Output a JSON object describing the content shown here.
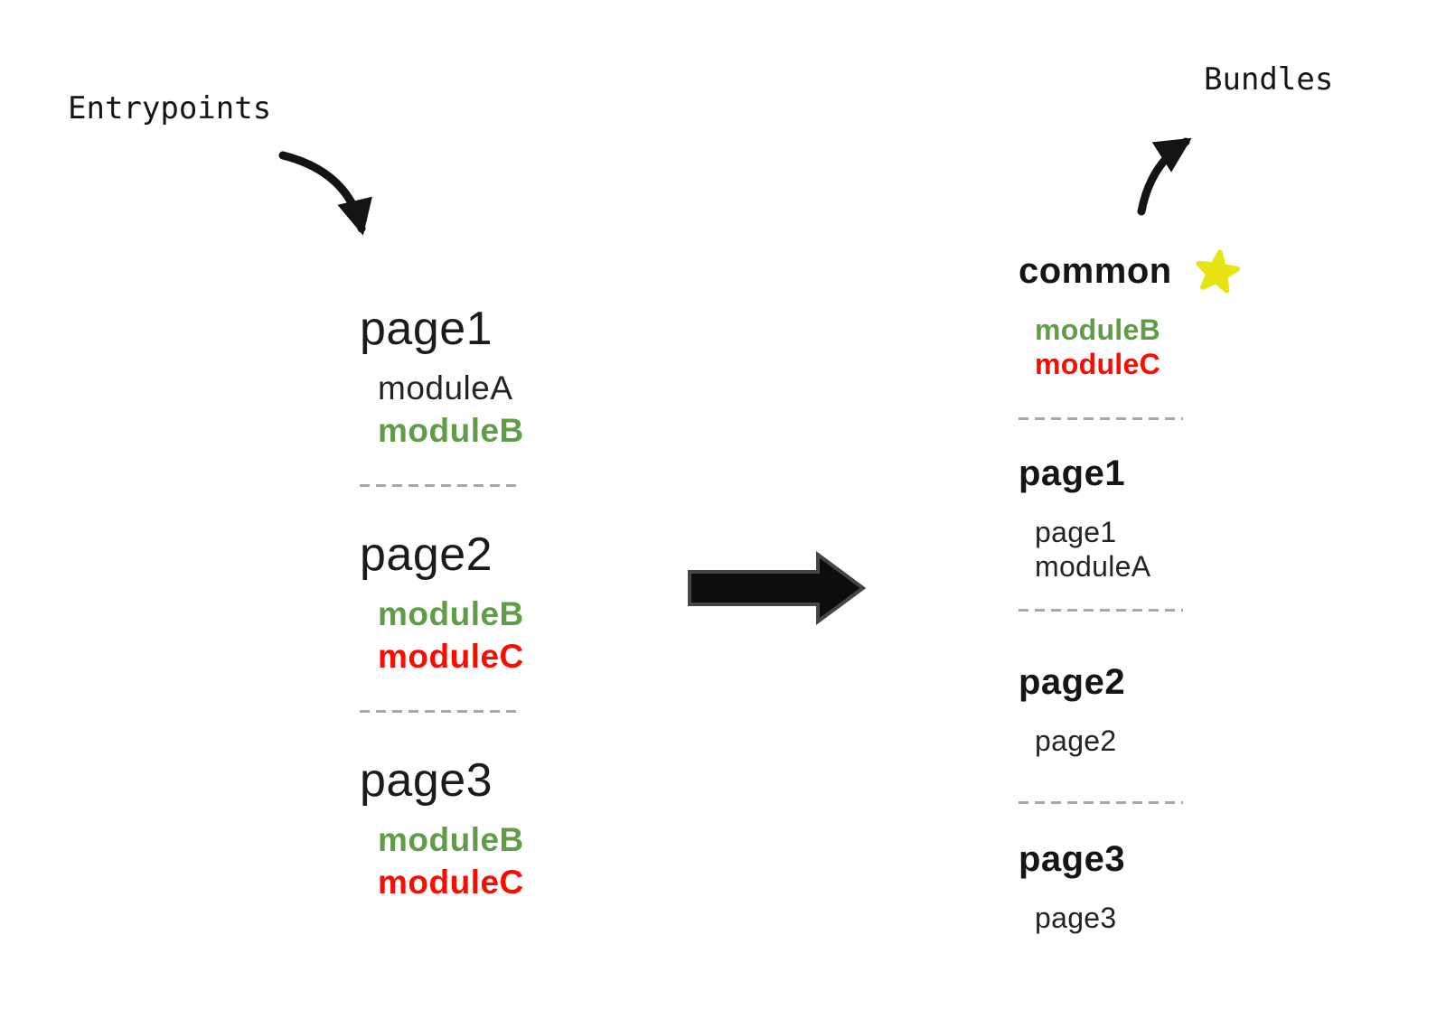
{
  "labels": {
    "entrypoints": "Entrypoints",
    "bundles": "Bundles"
  },
  "colors": {
    "module_green": "#5f9e47",
    "module_red": "#fb0b00",
    "text_black": "#1b1b1b",
    "star_yellow": "#e8e414",
    "separator_gray": "#a8a8a8",
    "arrow_black": "#141414"
  },
  "icons": {
    "entrypoints_arrow": "curved-arrow-down-right",
    "transform_arrow": "thick-block-arrow-right",
    "bundles_arrow": "curved-arrow-up-right",
    "common_star": "star"
  },
  "entrypoints": [
    {
      "name": "page1",
      "modules": [
        {
          "label": "moduleA",
          "color": "black"
        },
        {
          "label": "moduleB",
          "color": "green"
        }
      ]
    },
    {
      "name": "page2",
      "modules": [
        {
          "label": "moduleB",
          "color": "green"
        },
        {
          "label": "moduleC",
          "color": "red"
        }
      ]
    },
    {
      "name": "page3",
      "modules": [
        {
          "label": "moduleB",
          "color": "green"
        },
        {
          "label": "moduleC",
          "color": "red"
        }
      ]
    }
  ],
  "bundles": [
    {
      "name": "common",
      "starred": true,
      "modules": [
        {
          "label": "moduleB",
          "color": "green"
        },
        {
          "label": "moduleC",
          "color": "red"
        }
      ]
    },
    {
      "name": "page1",
      "starred": false,
      "modules": [
        {
          "label": "page1",
          "color": "black"
        },
        {
          "label": "moduleA",
          "color": "black"
        }
      ]
    },
    {
      "name": "page2",
      "starred": false,
      "modules": [
        {
          "label": "page2",
          "color": "black"
        }
      ]
    },
    {
      "name": "page3",
      "starred": false,
      "modules": [
        {
          "label": "page3",
          "color": "black"
        }
      ]
    }
  ]
}
